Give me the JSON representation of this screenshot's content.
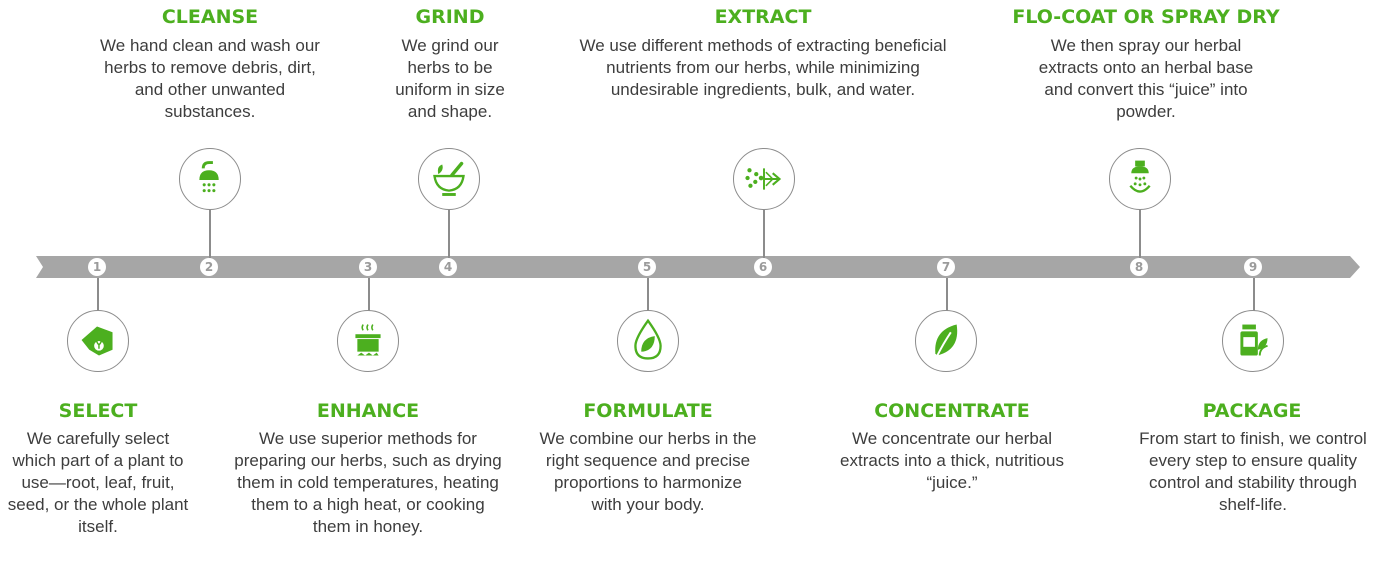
{
  "colors": {
    "accent": "#4caf1f",
    "band": "#a6a6a6",
    "line": "#8c8c8c",
    "text": "#3d3d3d"
  },
  "steps": [
    {
      "number": "1",
      "title": "SELECT",
      "icon": "hand-plant-icon",
      "description": "We carefully select which part of a plant to use—root, leaf, fruit, seed, or the whole plant itself."
    },
    {
      "number": "2",
      "title": "CLEANSE",
      "icon": "shower-head-icon",
      "description": "We hand clean and wash our herbs to remove debris, dirt, and other unwanted substances."
    },
    {
      "number": "3",
      "title": "ENHANCE",
      "icon": "cooking-pot-icon",
      "description": "We use superior methods for preparing our herbs, such as drying them in cold temperatures, heating them to a high heat, or cooking them in honey."
    },
    {
      "number": "4",
      "title": "GRIND",
      "icon": "mortar-pestle-icon",
      "description": "We grind our herbs to be uniform in size and shape."
    },
    {
      "number": "5",
      "title": "FORMULATE",
      "icon": "drop-leaf-icon",
      "description": "We combine our herbs in the right sequence and precise proportions to harmonize with your body."
    },
    {
      "number": "6",
      "title": "EXTRACT",
      "icon": "extraction-arrow-icon",
      "description": "We use different methods of extracting beneficial nutrients from our herbs, while minimizing undesirable ingredients, bulk, and water."
    },
    {
      "number": "7",
      "title": "CONCENTRATE",
      "icon": "leaf-icon",
      "description": "We concentrate our herbal extracts into a thick, nutritious “juice.”"
    },
    {
      "number": "8",
      "title": "FLO-COAT OR SPRAY DRY",
      "icon": "spray-nozzle-icon",
      "description": "We then spray our herbal extracts onto an herbal base and convert this “juice” into powder."
    },
    {
      "number": "9",
      "title": "PACKAGE",
      "icon": "bottle-leaf-icon",
      "description": "From start to finish, we control every step to ensure quality control and stability through shelf-life."
    }
  ]
}
